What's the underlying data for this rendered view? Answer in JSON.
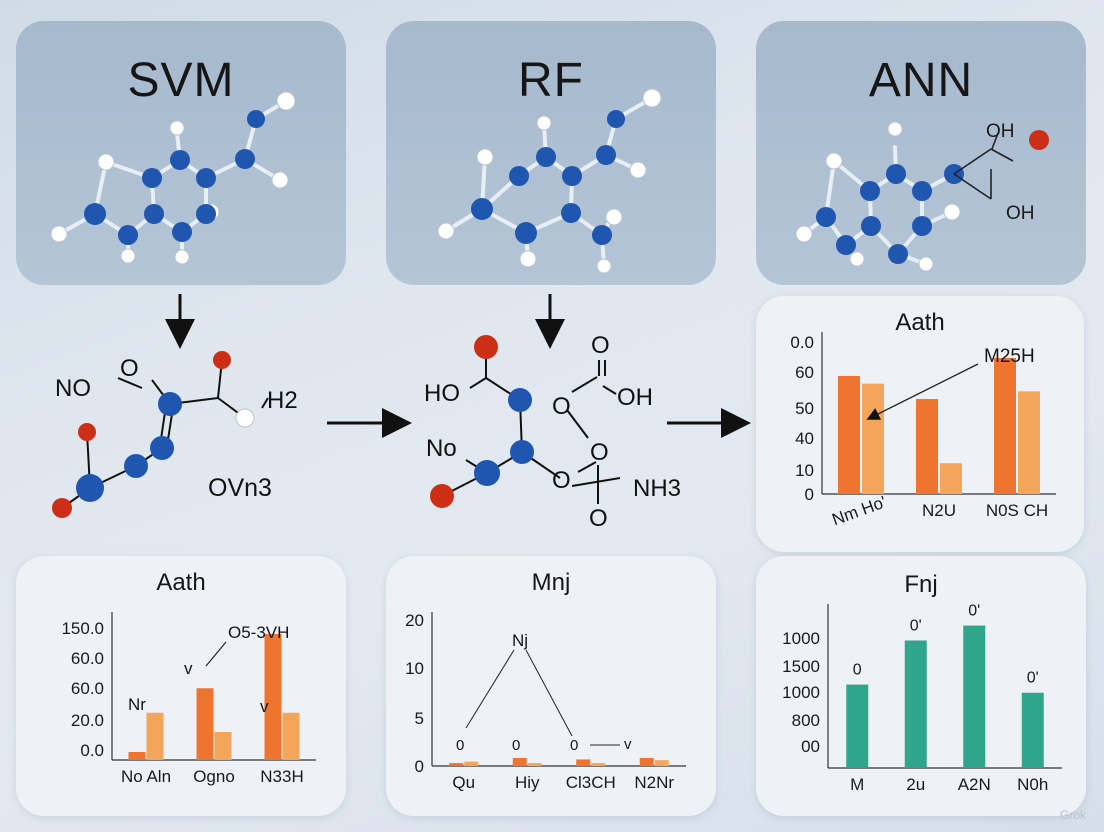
{
  "models": [
    {
      "title": "SVM"
    },
    {
      "title": "RF"
    },
    {
      "title": "ANN"
    }
  ],
  "molecules": {
    "ann_labels": [
      "OH",
      "OH"
    ],
    "mid_left_labels": [
      "NO",
      "O",
      "H2",
      "OVn3"
    ],
    "mid_center_labels": [
      "HO",
      "No",
      "O",
      "OH",
      "O",
      "O",
      "NH3",
      "O",
      "O"
    ]
  },
  "colors": {
    "atom_blue": "#1f56b0",
    "atom_red": "#cc2f16",
    "bar_orange": "#ee7430",
    "bar_light_orange": "#f3a65a",
    "bar_green": "#2fa58a"
  },
  "chart_data": [
    {
      "id": "aath-right",
      "type": "bar",
      "title": "Aath",
      "categories": [
        "Nm Ho'",
        "N2U",
        "N0S CH"
      ],
      "series": [
        {
          "values": [
            46,
            37,
            53
          ]
        },
        {
          "values": [
            43,
            12,
            40
          ]
        }
      ],
      "yticks": [
        "0.0",
        "60",
        "50",
        "40",
        "10",
        "0"
      ],
      "annotations": [
        {
          "text": "M25H"
        }
      ]
    },
    {
      "id": "aath-left",
      "type": "bar",
      "title": "Aath",
      "categories": [
        "No Aln",
        "Ogno",
        "N33H"
      ],
      "series": [
        {
          "values": [
            -6,
            41,
            72
          ]
        },
        {
          "values": [
            27,
            16,
            27
          ]
        }
      ],
      "yticks": [
        "150.0",
        "60.0",
        "60.0",
        "20.0",
        "0.0"
      ],
      "annotations": [
        {
          "text": "O5-3VH"
        },
        {
          "text": "v"
        },
        {
          "text": "Nr"
        },
        {
          "text": "v"
        }
      ]
    },
    {
      "id": "mnj",
      "type": "bar",
      "title": "Mnj",
      "categories": [
        "Qu",
        "Hiy",
        "Cl3CH",
        "N2Nr"
      ],
      "series": [
        {
          "values": [
            0.4,
            1.1,
            0.9,
            1.1
          ]
        },
        {
          "values": [
            0.6,
            0.4,
            0.4,
            0.8
          ]
        }
      ],
      "yticks": [
        "20",
        "10",
        "5",
        "0"
      ],
      "annotations": [
        {
          "text": "Nj"
        },
        {
          "text": "0"
        },
        {
          "text": "0"
        },
        {
          "text": "0"
        },
        {
          "text": "v"
        }
      ]
    },
    {
      "id": "fnj",
      "type": "bar",
      "title": "Fnj",
      "categories": [
        "M",
        "2u",
        "A2N",
        "N0h"
      ],
      "series": [
        {
          "values": [
            1230,
            1880,
            2100,
            1110
          ]
        }
      ],
      "yticks": [
        "1000",
        "1500",
        "1000",
        "800",
        "00"
      ],
      "data_labels": [
        "0",
        "0'",
        "0'",
        "0'"
      ]
    }
  ],
  "watermark": "Grok"
}
